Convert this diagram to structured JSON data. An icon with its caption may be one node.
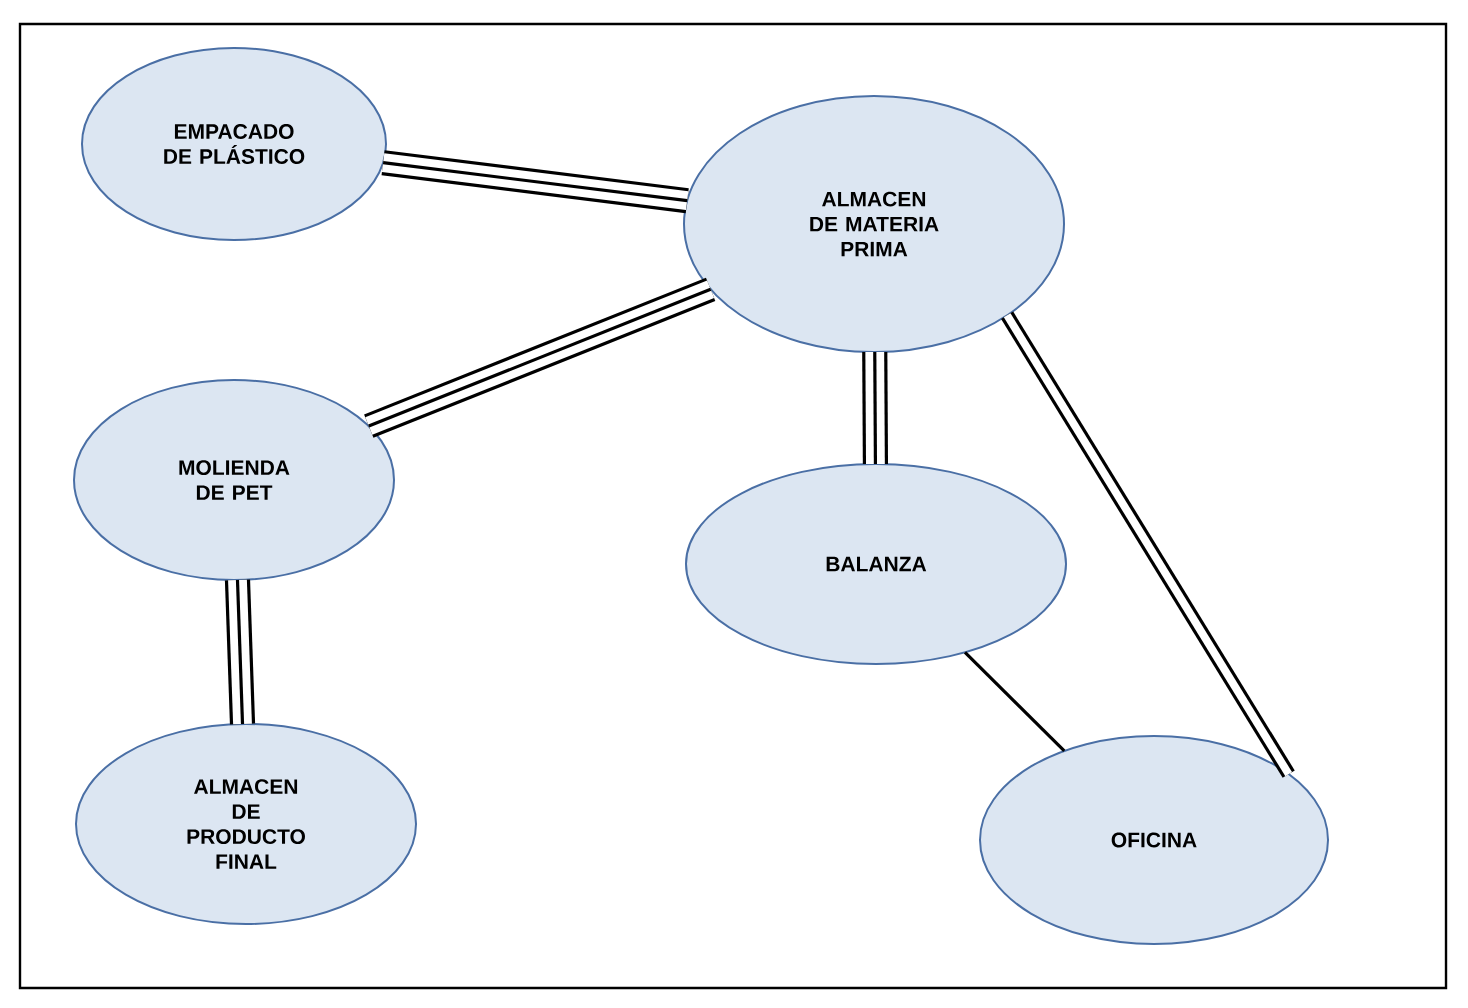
{
  "diagram": {
    "nodes": [
      {
        "text": [
          "EMPACADO DE PLÁSTICO"
        ]
      },
      {
        "text": [
          "ALMACEN DE MATERIA PRIMA"
        ]
      },
      {
        "text": [
          "MOLIENDA DE PET"
        ]
      },
      {
        "text": [
          "BALANZA"
        ]
      },
      {
        "text": [
          "ALMACEN DE PRODUCTO FINAL"
        ]
      },
      {
        "text": [
          "OFICINA"
        ]
      }
    ],
    "edges": [
      {
        "from": 0,
        "to": 1,
        "arrow": "none"
      },
      {
        "from": 2,
        "to": 1,
        "arrow": "none"
      },
      {
        "from": 1,
        "to": 3,
        "arrow": "none"
      },
      {
        "from": 1,
        "to": 5,
        "arrow": "none"
      },
      {
        "from": 2,
        "to": 4,
        "arrow": "none"
      },
      {
        "from": 3,
        "to": 5,
        "arrow": "none"
      }
    ]
  }
}
